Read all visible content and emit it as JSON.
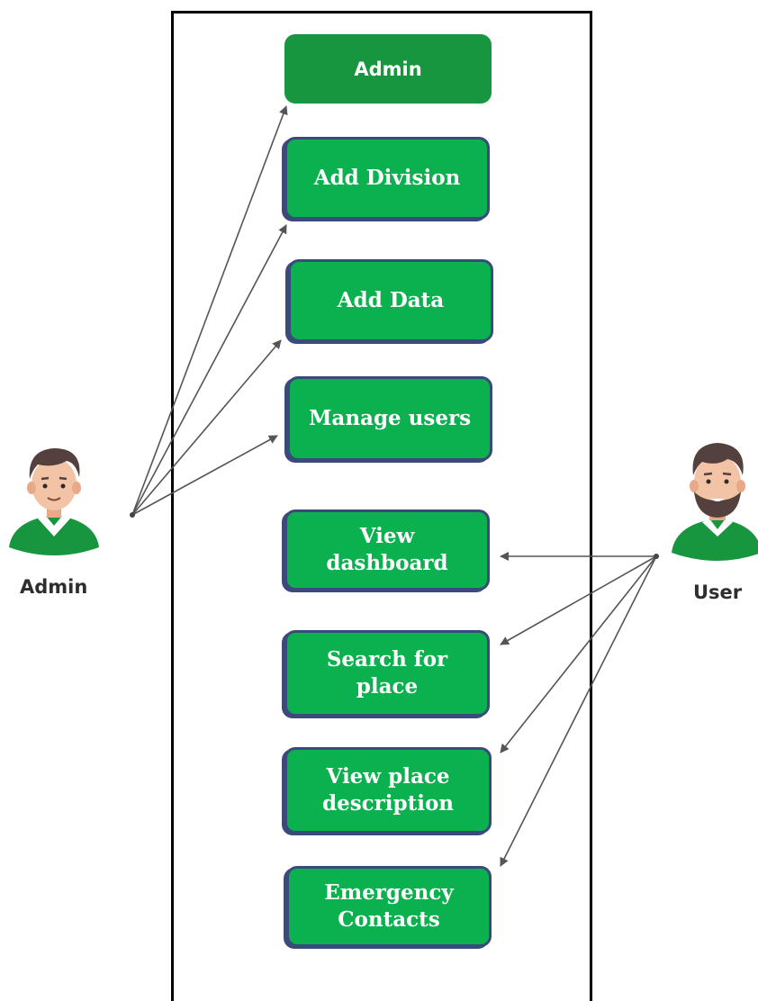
{
  "system": {
    "use_cases": [
      {
        "label": "Admin",
        "style": "header",
        "color": "#17963f"
      },
      {
        "label": "Add Division",
        "color": "#0bb04f"
      },
      {
        "label": "Add Data",
        "color": "#0bb04f"
      },
      {
        "label": "Manage users",
        "color": "#0bb04f"
      },
      {
        "label": "View\ndashboard",
        "color": "#0bb04f"
      },
      {
        "label": "Search for\nplace",
        "color": "#0bb04f"
      },
      {
        "label": "View place\ndescription",
        "color": "#0bb04f"
      },
      {
        "label": "Emergency\nContacts",
        "color": "#0bb04f"
      }
    ]
  },
  "actors": {
    "admin": {
      "label": "Admin",
      "icon": "admin-avatar-icon"
    },
    "user": {
      "label": "User",
      "icon": "user-avatar-icon"
    }
  },
  "colors": {
    "shirt": "#17963f",
    "arrow": "#555555",
    "boundary": "#000000",
    "box_border": "#3a4a7a"
  }
}
